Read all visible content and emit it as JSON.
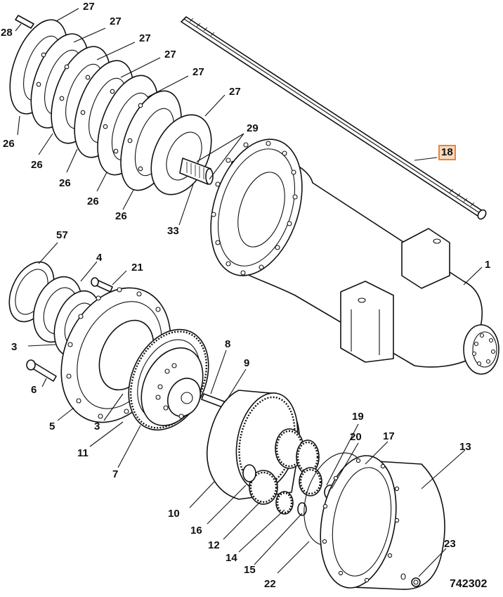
{
  "diagram": {
    "reference_number": "742302",
    "highlight_color": "#fbd9bd",
    "highlight_border": "#e8853a",
    "callouts": [
      "27",
      "27",
      "27",
      "27",
      "27",
      "27",
      "28",
      "26",
      "26",
      "26",
      "26",
      "26",
      "29",
      "33",
      "18",
      "1",
      "57",
      "4",
      "21",
      "3",
      "3",
      "6",
      "5",
      "11",
      "7",
      "8",
      "9",
      "10",
      "16",
      "12",
      "14",
      "15",
      "19",
      "20",
      "17",
      "13",
      "22",
      "23"
    ],
    "highlighted_callout": "18"
  }
}
